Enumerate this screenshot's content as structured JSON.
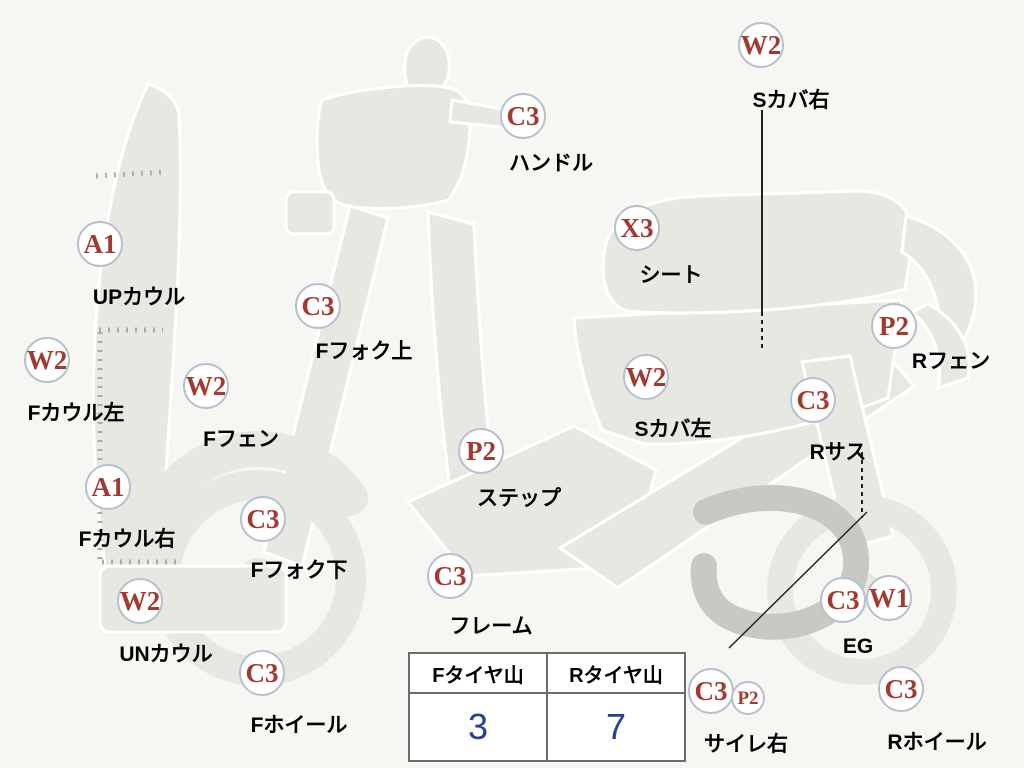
{
  "diagram": {
    "title": "scooter-parts-condition-map",
    "markers": [
      {
        "code": "A1",
        "label": "UPカウル"
      },
      {
        "code": "W2",
        "label": "Fカウル左"
      },
      {
        "code": "W2",
        "label": "Fフェン"
      },
      {
        "code": "A1",
        "label": "Fカウル右"
      },
      {
        "code": "C3",
        "label": "Fフォク上"
      },
      {
        "code": "C3",
        "label": "ハンドル"
      },
      {
        "code": "C3",
        "label": "Fフォク下"
      },
      {
        "code": "W2",
        "label": "UNカウル"
      },
      {
        "code": "C3",
        "label": "Fホイール"
      },
      {
        "code": "C3",
        "label": "フレーム"
      },
      {
        "code": "P2",
        "label": "ステップ"
      },
      {
        "code": "W2",
        "label": "Sカバ右"
      },
      {
        "code": "X3",
        "label": "シート"
      },
      {
        "code": "W2",
        "label": "Sカバ左"
      },
      {
        "code": "P2",
        "label": "Rフェン"
      },
      {
        "code": "C3",
        "label": "Rサス"
      },
      {
        "code": "C3",
        "code2": "W1",
        "label": "EG"
      },
      {
        "code": "C3",
        "code2": "P2",
        "label": "サイレ右"
      },
      {
        "code": "C3",
        "label": "Rホイール"
      }
    ],
    "tire_table": {
      "f_header": "Fタイヤ山",
      "r_header": "Rタイヤ山",
      "f_value": "3",
      "r_value": "7"
    },
    "colors": {
      "code_text": "#a23a31",
      "label_text": "#000000",
      "tire_value_text": "#27418e",
      "body_fill": "#e8e8e3",
      "muffler_fill": "#c9c9c3",
      "background": "#f6f6f3"
    }
  }
}
